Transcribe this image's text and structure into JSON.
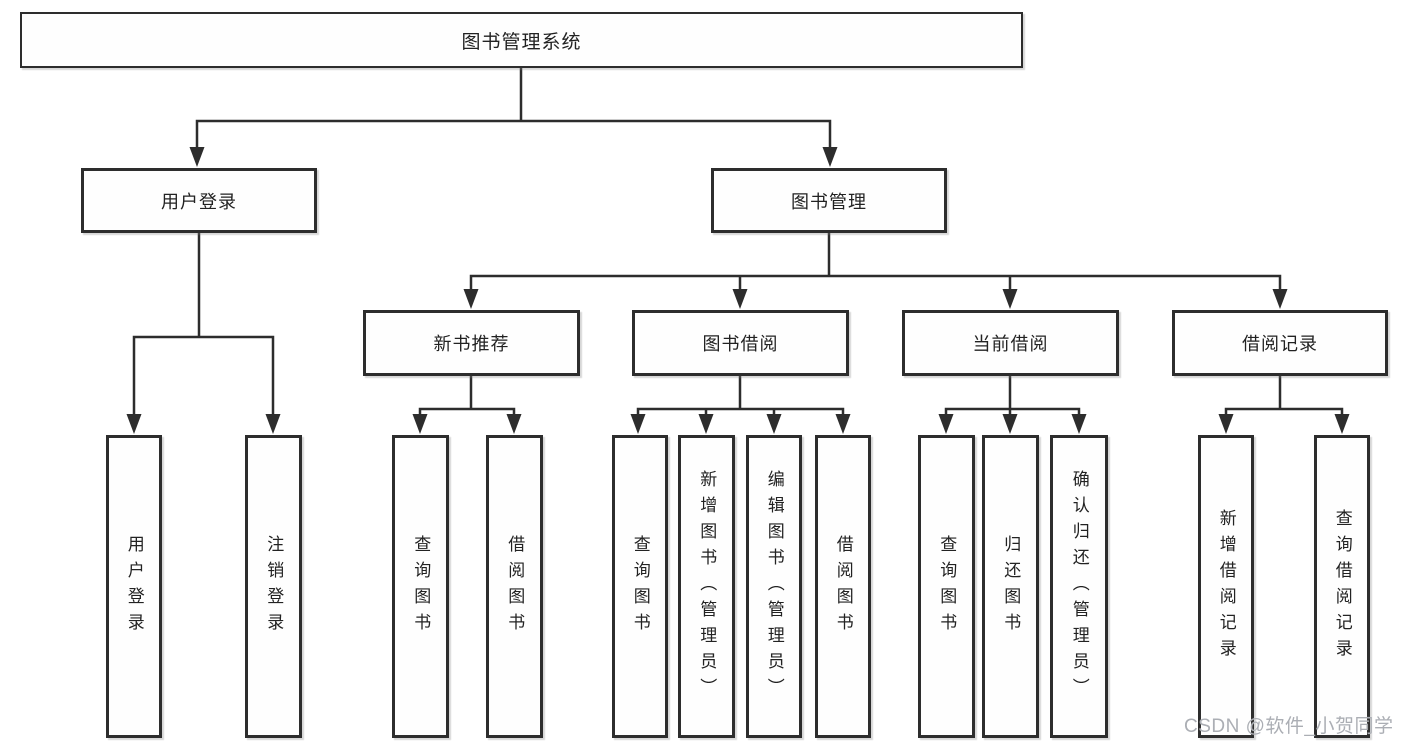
{
  "tree": {
    "label": "图书管理系统",
    "children": [
      {
        "label": "用户登录",
        "children": [
          {
            "label": "用户登录"
          },
          {
            "label": "注销登录"
          }
        ]
      },
      {
        "label": "图书管理",
        "children": [
          {
            "label": "新书推荐",
            "children": [
              {
                "label": "查询图书"
              },
              {
                "label": "借阅图书"
              }
            ]
          },
          {
            "label": "图书借阅",
            "children": [
              {
                "label": "查询图书"
              },
              {
                "label": "新增图书（管理员）"
              },
              {
                "label": "编辑图书（管理员）"
              },
              {
                "label": "借阅图书"
              }
            ]
          },
          {
            "label": "当前借阅",
            "children": [
              {
                "label": "查询图书"
              },
              {
                "label": "归还图书"
              },
              {
                "label": "确认归还（管理员）"
              }
            ]
          },
          {
            "label": "借阅记录",
            "children": [
              {
                "label": "新增借阅记录"
              },
              {
                "label": "查询借阅记录"
              }
            ]
          }
        ]
      }
    ]
  },
  "watermark": {
    "text": "CSDN @软件_小贺同学",
    "color": "#abaeb4"
  },
  "colors": {
    "line": "#2d2d2d",
    "box_border": "#2d2d2d",
    "text": "#222222",
    "background": "#ffffff"
  }
}
